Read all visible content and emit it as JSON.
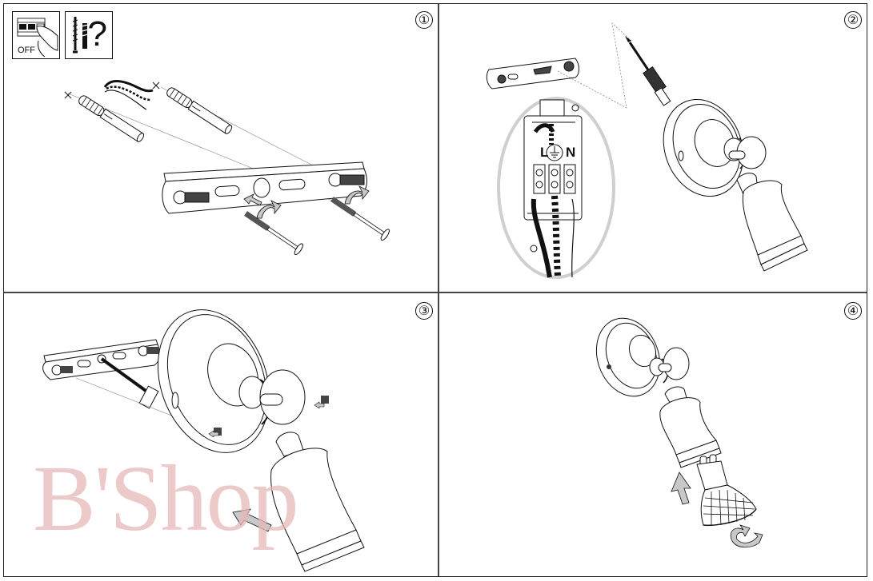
{
  "document": {
    "type": "wall lamp installation instructions",
    "steps": [
      {
        "number": "1",
        "label": "①",
        "description": "Switch off power, mount bracket with wall plugs and screws"
      },
      {
        "number": "2",
        "label": "②",
        "description": "Connect wires to terminal block"
      },
      {
        "number": "3",
        "label": "③",
        "description": "Attach lamp base to bracket and fix with nuts"
      },
      {
        "number": "4",
        "label": "④",
        "description": "Insert GU10 bulb and twist"
      }
    ],
    "warnings": {
      "power_off_label": "OFF",
      "fixings_question": "?"
    },
    "terminal": {
      "live_label": "L",
      "neutral_label": "N",
      "earth_icon": "earth-ground-icon"
    },
    "watermark": "B'Shop",
    "colors": {
      "line": "#111111",
      "arrow_fill": "#c8c8c8",
      "magnifier_ring": "#cfcfcf",
      "watermark": "#e7b9b9"
    }
  }
}
